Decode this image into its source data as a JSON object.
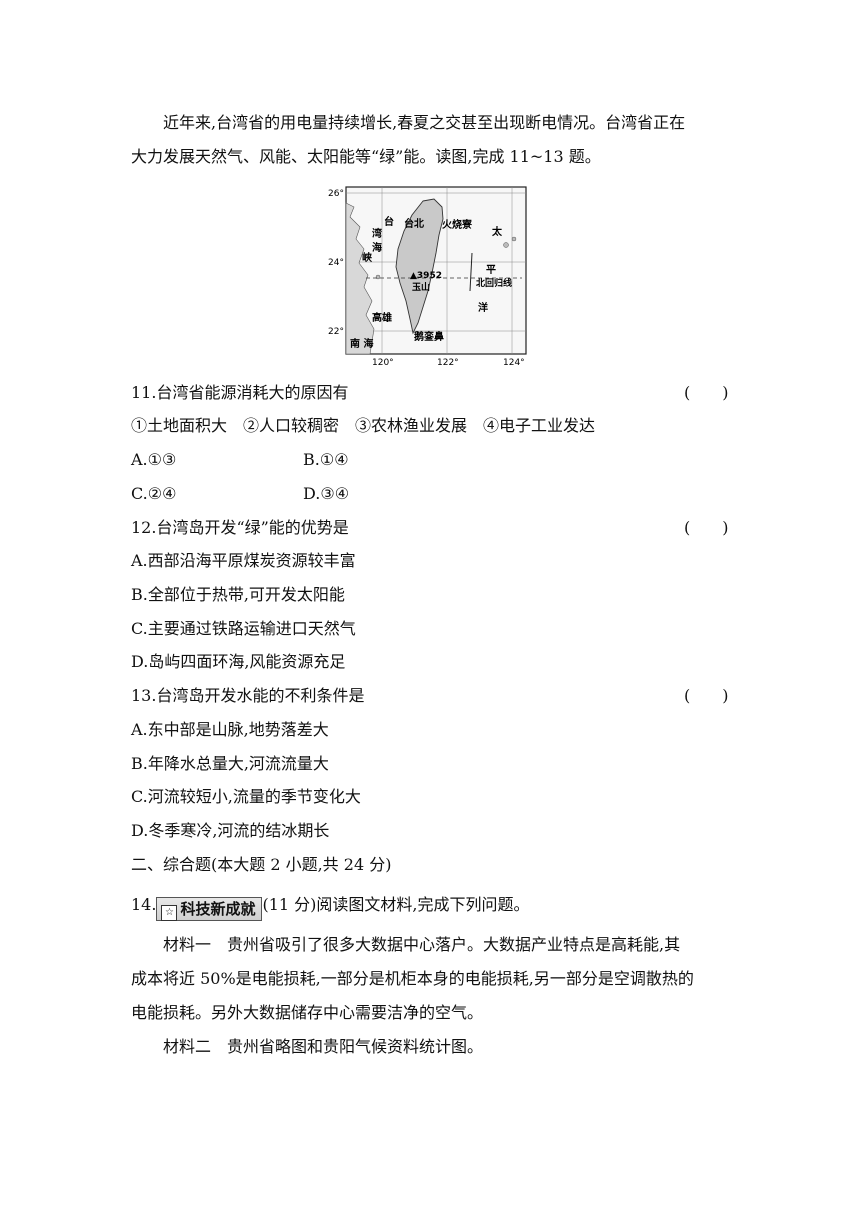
{
  "intro": {
    "line1": "近年来,台湾省的用电量持续增长,春夏之交甚至出现断电情况。台湾省正在",
    "line2": "大力发展天然气、风能、太阳能等“绿”能。读图,完成 11~13 题。"
  },
  "map": {
    "lat_labels": [
      "26°",
      "24°",
      "22°"
    ],
    "lon_labels": [
      "120°",
      "122°",
      "124°"
    ],
    "place_labels": {
      "taiwan_char1": "台",
      "strait_wan": "湾",
      "strait_hai": "海",
      "strait_xia": "峡",
      "taibei": "台北",
      "huoshaoliao": "火烧寮",
      "pacific_tai": "太",
      "pacific_ping": "平",
      "pacific_yang": "洋",
      "tropic": "北回归线",
      "peak_height": "▲3952",
      "yushan": "玉山",
      "gaoxiong": "高雄",
      "eluanbi": "鹅銮鼻",
      "nanhai": "南 海"
    }
  },
  "q11": {
    "stem": "11.台湾省能源消耗大的原因有",
    "paren": "(　　)",
    "items": "①土地面积大　②人口较稠密　③农林渔业发展　④电子工业发达",
    "A": "A.①③",
    "B": "B.①④",
    "C": "C.②④",
    "D": "D.③④"
  },
  "q12": {
    "stem": "12.台湾岛开发“绿”能的优势是",
    "paren": "(　　)",
    "A": "A.西部沿海平原煤炭资源较丰富",
    "B": "B.全部位于热带,可开发太阳能",
    "C": "C.主要通过铁路运输进口天然气",
    "D": "D.岛屿四面环海,风能资源充足"
  },
  "q13": {
    "stem": "13.台湾岛开发水能的不利条件是",
    "paren": "(　　)",
    "A": "A.东中部是山脉,地势落差大",
    "B": "B.年降水总量大,河流流量大",
    "C": "C.河流较短小,流量的季节变化大",
    "D": "D.冬季寒冷,河流的结冰期长"
  },
  "section2": "二、综合题(本大题 2 小题,共 24 分)",
  "q14": {
    "number": "14.",
    "badge": "科技新成就",
    "rest": "(11 分)阅读图文材料,完成下列问题。",
    "m1_line1": "材料一　贵州省吸引了很多大数据中心落户。大数据产业特点是高耗能,其",
    "m1_line2": "成本将近 50%是电能损耗,一部分是机柜本身的电能损耗,另一部分是空调散热的",
    "m1_line3": "电能损耗。另外大数据储存中心需要洁净的空气。",
    "m2": "材料二　贵州省略图和贵阳气候资料统计图。"
  }
}
